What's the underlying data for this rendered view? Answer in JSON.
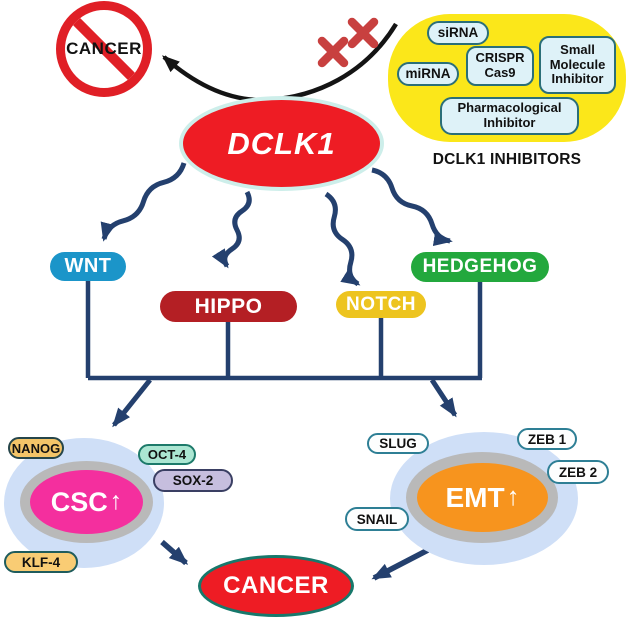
{
  "blocked_cancer": {
    "label": "CANCER"
  },
  "inhibitor_panel": {
    "title": "DCLK1 INHIBITORS",
    "items": {
      "sirna": "siRNA",
      "mirna": "miRNA",
      "crispr": "CRISPR Cas9",
      "small_molecule": "Small Molecule Inhibitor",
      "pharmacological": "Pharmacological Inhibitor"
    }
  },
  "dclk1": {
    "label": "DCLK1"
  },
  "pathways": {
    "wnt": "WNT",
    "hippo": "HIPPO",
    "notch": "NOTCH",
    "hedgehog": "HEDGEHOG"
  },
  "csc": {
    "label": "CSC",
    "direction": "↑",
    "markers": {
      "nanog": "NANOG",
      "oct4": "OCT-4",
      "sox2": "SOX-2",
      "klf4": "KLF-4"
    }
  },
  "emt": {
    "label": "EMT",
    "direction": "↑",
    "markers": {
      "slug": "SLUG",
      "zeb1": "ZEB 1",
      "zeb2": "ZEB 2",
      "snail": "SNAIL"
    }
  },
  "cancer": {
    "label": "CANCER"
  },
  "colors": {
    "dclk1_red": "#ee1c24",
    "wnt_blue": "#1b95c9",
    "hippo_red": "#b41f24",
    "notch_yellow": "#edc41f",
    "hedgehog_green": "#23a83d",
    "arrow_navy": "#24406e",
    "inhibitor_panel_yellow": "#fbe71a",
    "inhibitor_pill_blue": "#def2f8",
    "csc_magenta": "#f42f9e",
    "emt_orange": "#f7941e",
    "halo_blue": "#cfdff7",
    "ring_gray": "#b9b9b9",
    "cancer_border_teal": "#17786b",
    "prohibition_red": "#e01f26",
    "block_x_red": "#c8403f"
  }
}
